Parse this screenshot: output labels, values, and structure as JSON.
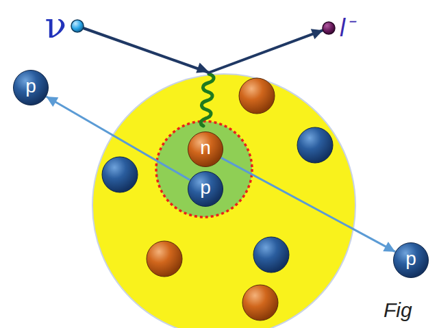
{
  "diagram": {
    "nodes": [
      {
        "text": [
          "ν"
        ]
      },
      {
        "text": [
          "l⁻"
        ]
      },
      {
        "text": [
          "p"
        ]
      },
      {
        "text": [
          "n"
        ]
      },
      {
        "text": [
          "p"
        ]
      },
      {
        "text": [
          "p"
        ]
      }
    ],
    "edges": [
      {
        "from": 0,
        "to": 1,
        "arrow": "to"
      },
      {
        "from": 4,
        "to": 2,
        "arrow": "to"
      },
      {
        "from": 3,
        "to": 5,
        "arrow": "to"
      }
    ],
    "labels": [
      "Fig"
    ]
  }
}
